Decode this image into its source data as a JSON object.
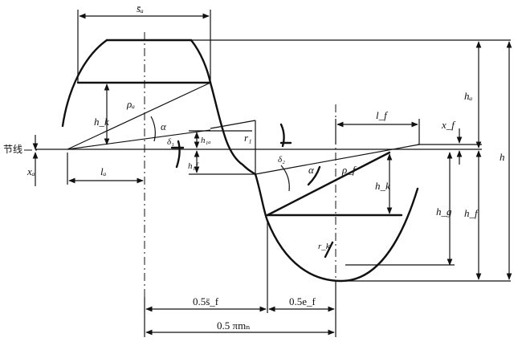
{
  "figure": {
    "labels": {
      "sa": "s̄ₐ",
      "ha": "hₐ",
      "h": "h",
      "hf": "h_f",
      "hg": "h_g",
      "hk_left": "h_k",
      "hk_right": "h_k",
      "rho_a": "ρₐ",
      "rho_f": "ρ_f",
      "alpha_left": "α",
      "alpha_right": "α",
      "delta1": "δ₁",
      "delta2": "δ₂",
      "h1a": "h₁ₐ",
      "h1f": "h₁f",
      "r1": "r₁",
      "rk": "r_k",
      "la": "lₐ",
      "lf": "l_f",
      "xa": "xₐ",
      "xf": "x_f",
      "pitch_line": "节线",
      "half_sf": "0.5s̄_f",
      "half_ef": "0.5e_f",
      "half_pi_mn": "0.5 πmₙ"
    }
  }
}
